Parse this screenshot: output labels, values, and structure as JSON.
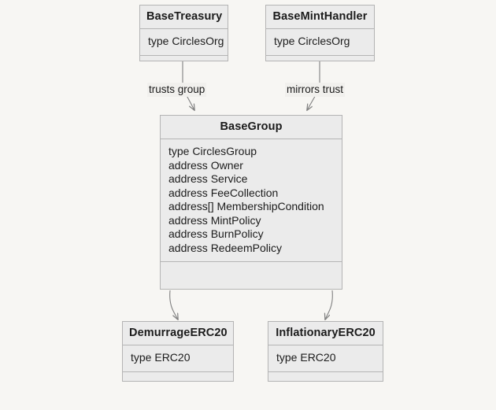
{
  "diagram": {
    "type": "uml-class-diagram",
    "background_color": "#f7f6f3",
    "box_fill_color": "#ebebeb",
    "box_border_color": "#b4b4b4",
    "edge_color": "#808080",
    "text_color": "#1b1b1b",
    "classes": [
      {
        "id": "base-treasury",
        "name": "BaseTreasury",
        "attributes": [
          "type CirclesOrg"
        ],
        "methods": []
      },
      {
        "id": "base-mint-handler",
        "name": "BaseMintHandler",
        "attributes": [
          "type CirclesOrg"
        ],
        "methods": []
      },
      {
        "id": "base-group",
        "name": "BaseGroup",
        "attributes": [
          "type CirclesGroup",
          "address Owner",
          "address Service",
          "address FeeCollection",
          "address[] MembershipCondition",
          "address MintPolicy",
          "address BurnPolicy",
          "address RedeemPolicy"
        ],
        "methods": []
      },
      {
        "id": "demurrage-erc20",
        "name": "DemurrageERC20",
        "attributes": [
          "type ERC20"
        ],
        "methods": []
      },
      {
        "id": "inflationary-erc20",
        "name": "InflationaryERC20",
        "attributes": [
          "type ERC20"
        ],
        "methods": []
      }
    ],
    "edges": [
      {
        "id": "edge-trusts-group",
        "from": "base-treasury",
        "to": "base-group",
        "label": "trusts group",
        "arrow": "open"
      },
      {
        "id": "edge-mirrors-trust",
        "from": "base-mint-handler",
        "to": "base-group",
        "label": "mirrors trust",
        "arrow": "open"
      },
      {
        "id": "edge-group-demurrage",
        "from": "base-group",
        "to": "demurrage-erc20",
        "label": "",
        "arrow": "open"
      },
      {
        "id": "edge-group-inflationary",
        "from": "base-group",
        "to": "inflationary-erc20",
        "label": "",
        "arrow": "open"
      }
    ]
  }
}
